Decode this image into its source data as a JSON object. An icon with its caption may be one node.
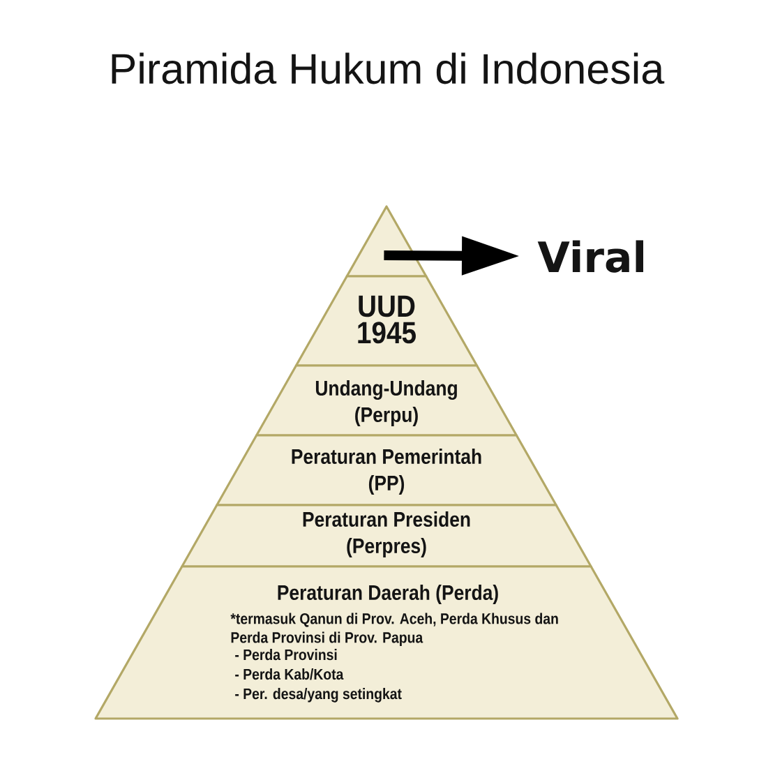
{
  "diagram": {
    "title": "Piramida Hukum di Indonesia",
    "nodes": [
      {
        "text": [],
        "shape": "triangle"
      },
      {
        "text": [
          "UUD 1945"
        ]
      },
      {
        "text": [
          "Undang-Undang (Perpu)"
        ]
      },
      {
        "text": [
          "Peraturan Pemerintah (PP)"
        ]
      },
      {
        "text": [
          "Peraturan Presiden (Perpres)"
        ]
      },
      {
        "text": [
          "Peraturan Daerah (Perda)",
          "*termasuk Qanun di Prov. Aceh, Perda Khusus dan Perda Provinsi di Prov. Papua",
          "- Perda Provinsi",
          "- Perda Kab/Kota",
          "- Per. desa/yang setingkat"
        ]
      },
      {
        "text": [
          "Viral"
        ]
      }
    ],
    "edges": [
      {
        "from": 0,
        "to": 6,
        "arrow": "to"
      }
    ]
  }
}
